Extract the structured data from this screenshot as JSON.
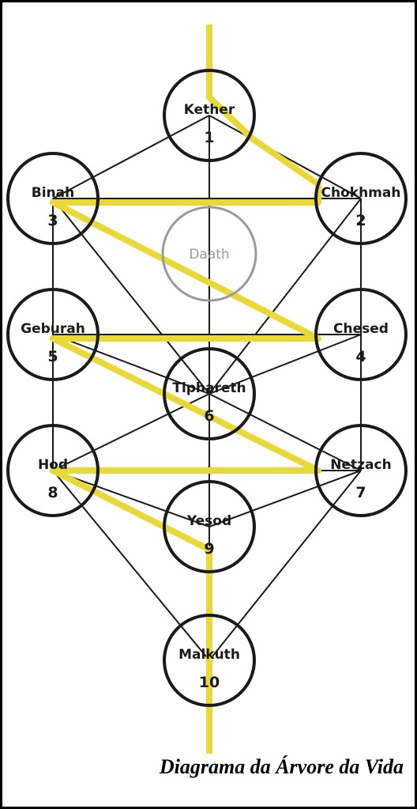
{
  "caption": "Diagrama da Árvore da Vida",
  "colors": {
    "lightning": "#e8d838",
    "path": "#1a1a1a",
    "daath": "#9a9a9a"
  },
  "sephirot": [
    {
      "id": "kether",
      "name": "Kether",
      "number": "1"
    },
    {
      "id": "chokhmah",
      "name": "Chokhmah",
      "number": "2"
    },
    {
      "id": "binah",
      "name": "Binah",
      "number": "3"
    },
    {
      "id": "chesed",
      "name": "Chesed",
      "number": "4"
    },
    {
      "id": "geburah",
      "name": "Geburah",
      "number": "5"
    },
    {
      "id": "tiphareth",
      "name": "Tiphareth",
      "number": "6"
    },
    {
      "id": "netzach",
      "name": "Netzach",
      "number": "7"
    },
    {
      "id": "hod",
      "name": "Hod",
      "number": "8"
    },
    {
      "id": "yesod",
      "name": "Yesod",
      "number": "9"
    },
    {
      "id": "malkuth",
      "name": "Malkuth",
      "number": "10"
    }
  ],
  "daath": {
    "name": "Daath"
  }
}
